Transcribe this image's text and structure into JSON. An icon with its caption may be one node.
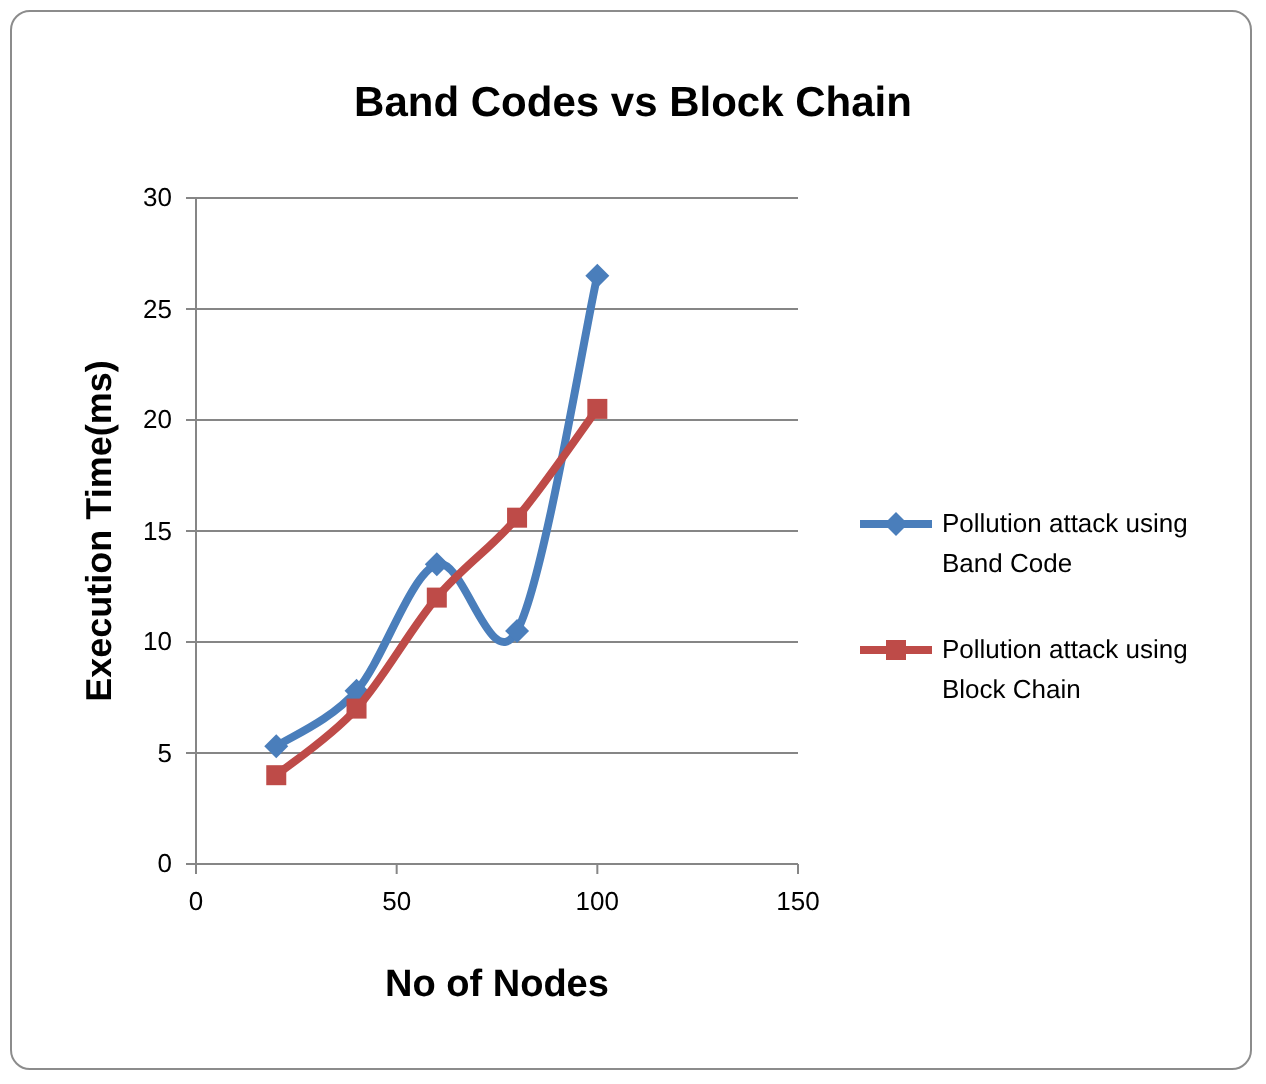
{
  "diagram": {
    "chart_data": {
      "type": "line",
      "grid": "y",
      "legend": true,
      "title": "Band Codes vs Block Chain",
      "xlabel": "No of Nodes",
      "ylabel": "Execution Time(ms)",
      "x": [
        20,
        40,
        60,
        80,
        100
      ],
      "series": [
        {
          "name": "Pollution attack using Band Code",
          "color": "#4a7ebb",
          "marker": "diamond",
          "values": [
            5.3,
            7.8,
            13.5,
            10.5,
            26.5
          ]
        },
        {
          "name": "Pollution attack using Block Chain",
          "color": "#be4b48",
          "marker": "square",
          "values": [
            4,
            7,
            12,
            15.6,
            20.5
          ]
        }
      ],
      "xlim": [
        0,
        150
      ],
      "ylim": [
        0,
        30
      ],
      "xticks": [
        0,
        50,
        100,
        150
      ],
      "yticks": [
        0,
        5,
        10,
        15,
        20,
        25,
        30
      ]
    }
  }
}
